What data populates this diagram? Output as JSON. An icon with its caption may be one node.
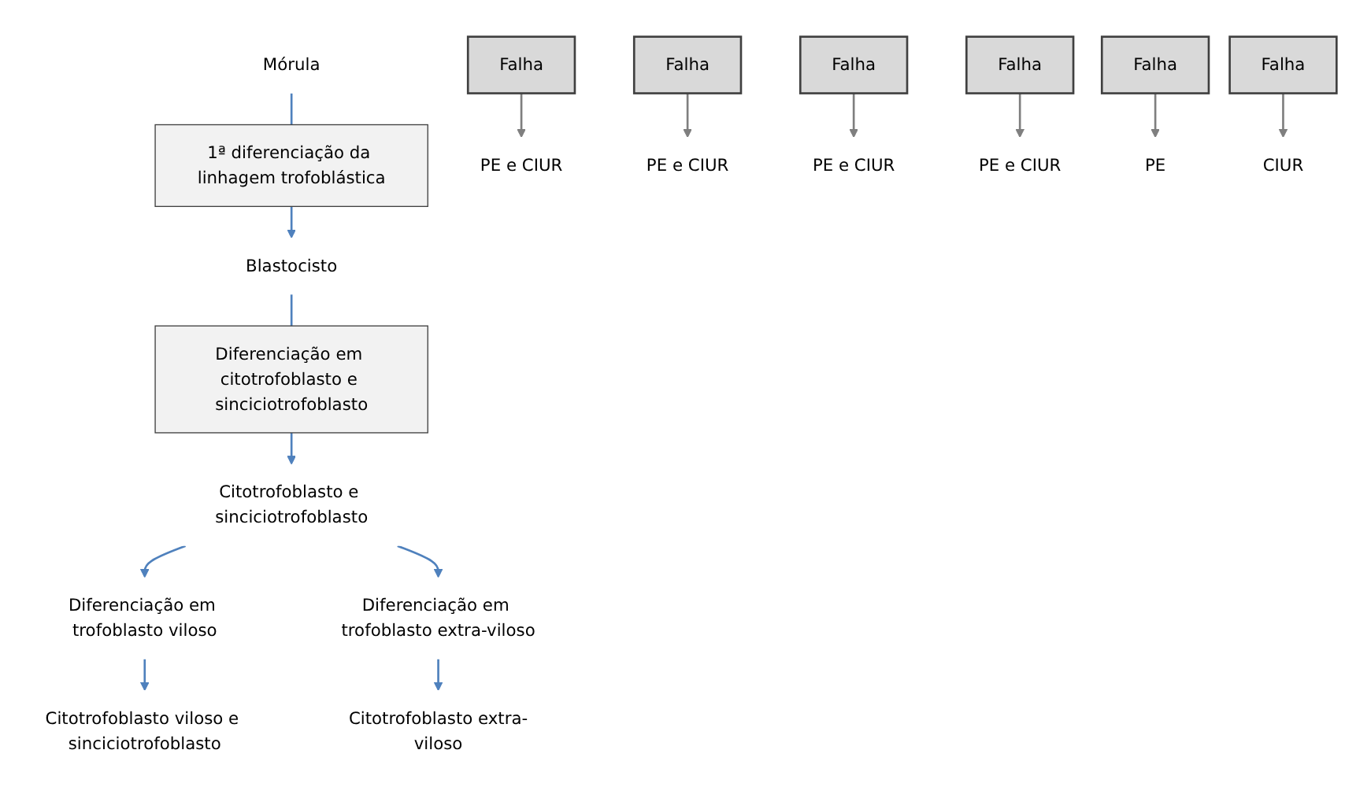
{
  "diagram": {
    "nodes": [
      {
        "text": [
          "Mórula"
        ]
      },
      {
        "text": [
          "1ª diferenciação da linhagem trofoblástica"
        ]
      },
      {
        "text": [
          "PE e CIUR"
        ]
      },
      {
        "text": [
          "Falha"
        ]
      },
      {
        "text": [
          "Falha"
        ]
      },
      {
        "text": [
          "PE e CIUR"
        ]
      },
      {
        "text": [
          "Blastocisto"
        ]
      },
      {
        "text": [
          "Diferenciação em citotrofoblasto e sinciciotrofoblasto"
        ]
      },
      {
        "text": [
          "PE e CIUR"
        ]
      },
      {
        "text": [
          "Falha"
        ]
      },
      {
        "text": [
          "Falha"
        ]
      },
      {
        "text": [
          "PE e CIUR"
        ]
      },
      {
        "text": [
          "Citotrofoblasto e sinciciotrofoblasto"
        ]
      },
      {
        "text": [
          "Diferenciação em trofoblasto viloso"
        ]
      },
      {
        "text": [
          "Diferenciação em trofoblasto extra-viloso"
        ]
      },
      {
        "text": [
          "PE"
        ]
      },
      {
        "text": [
          "Falha"
        ]
      },
      {
        "text": [
          "Falha"
        ]
      },
      {
        "text": [
          "CIUR"
        ]
      },
      {
        "text": [
          "Citotrofoblasto viloso e sinciciotrofoblasto"
        ]
      },
      {
        "text": [
          "Citotrofoblasto extra-viloso"
        ]
      }
    ],
    "edges": [
      {
        "from": 0,
        "to": 1,
        "arrow": "none"
      },
      {
        "from": 1,
        "to": 6,
        "arrow": "to"
      },
      {
        "from": 3,
        "to": 2,
        "arrow": "to",
        "color": "#7f7f7f"
      },
      {
        "from": 4,
        "to": 5,
        "arrow": "to",
        "color": "#7f7f7f"
      },
      {
        "from": 6,
        "to": 7,
        "arrow": "none"
      },
      {
        "from": 7,
        "to": 12,
        "arrow": "to"
      },
      {
        "from": 9,
        "to": 8,
        "arrow": "to",
        "color": "#7f7f7f"
      },
      {
        "from": 10,
        "to": 11,
        "arrow": "to",
        "color": "#7f7f7f"
      },
      {
        "from": 12,
        "to": 13,
        "arrow": "to"
      },
      {
        "from": 12,
        "to": 14,
        "arrow": "to"
      },
      {
        "from": 16,
        "to": 15,
        "arrow": "to",
        "color": "#7f7f7f"
      },
      {
        "from": 17,
        "to": 18,
        "arrow": "to",
        "color": "#7f7f7f"
      },
      {
        "from": 13,
        "to": 19,
        "arrow": "to"
      },
      {
        "from": 14,
        "to": 20,
        "arrow": "to"
      }
    ]
  }
}
